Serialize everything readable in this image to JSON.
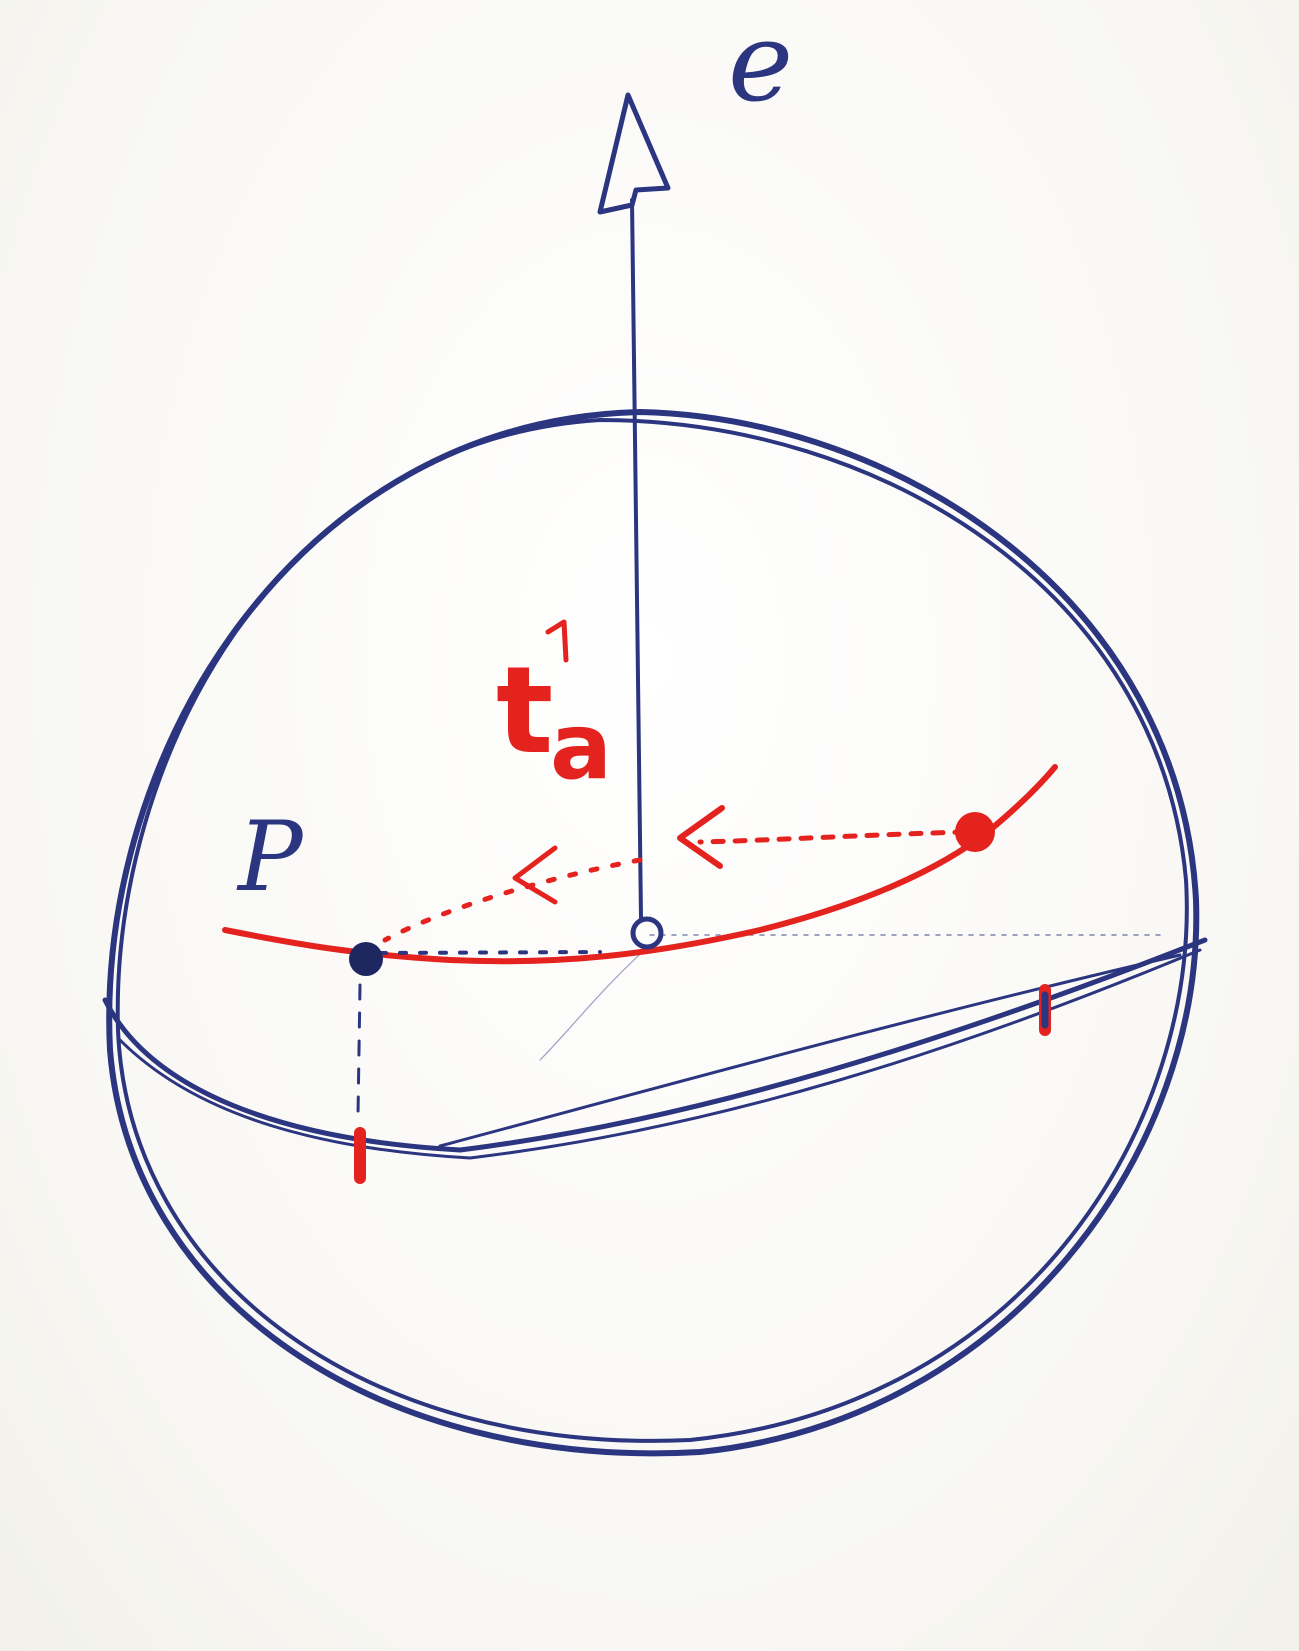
{
  "labels": {
    "axis": "e",
    "point": "P",
    "vector": "t",
    "vector_subscript": "a"
  },
  "colors": {
    "ink": "#2b3580",
    "red": "#e4231f",
    "paper": "#fbfaf7"
  }
}
